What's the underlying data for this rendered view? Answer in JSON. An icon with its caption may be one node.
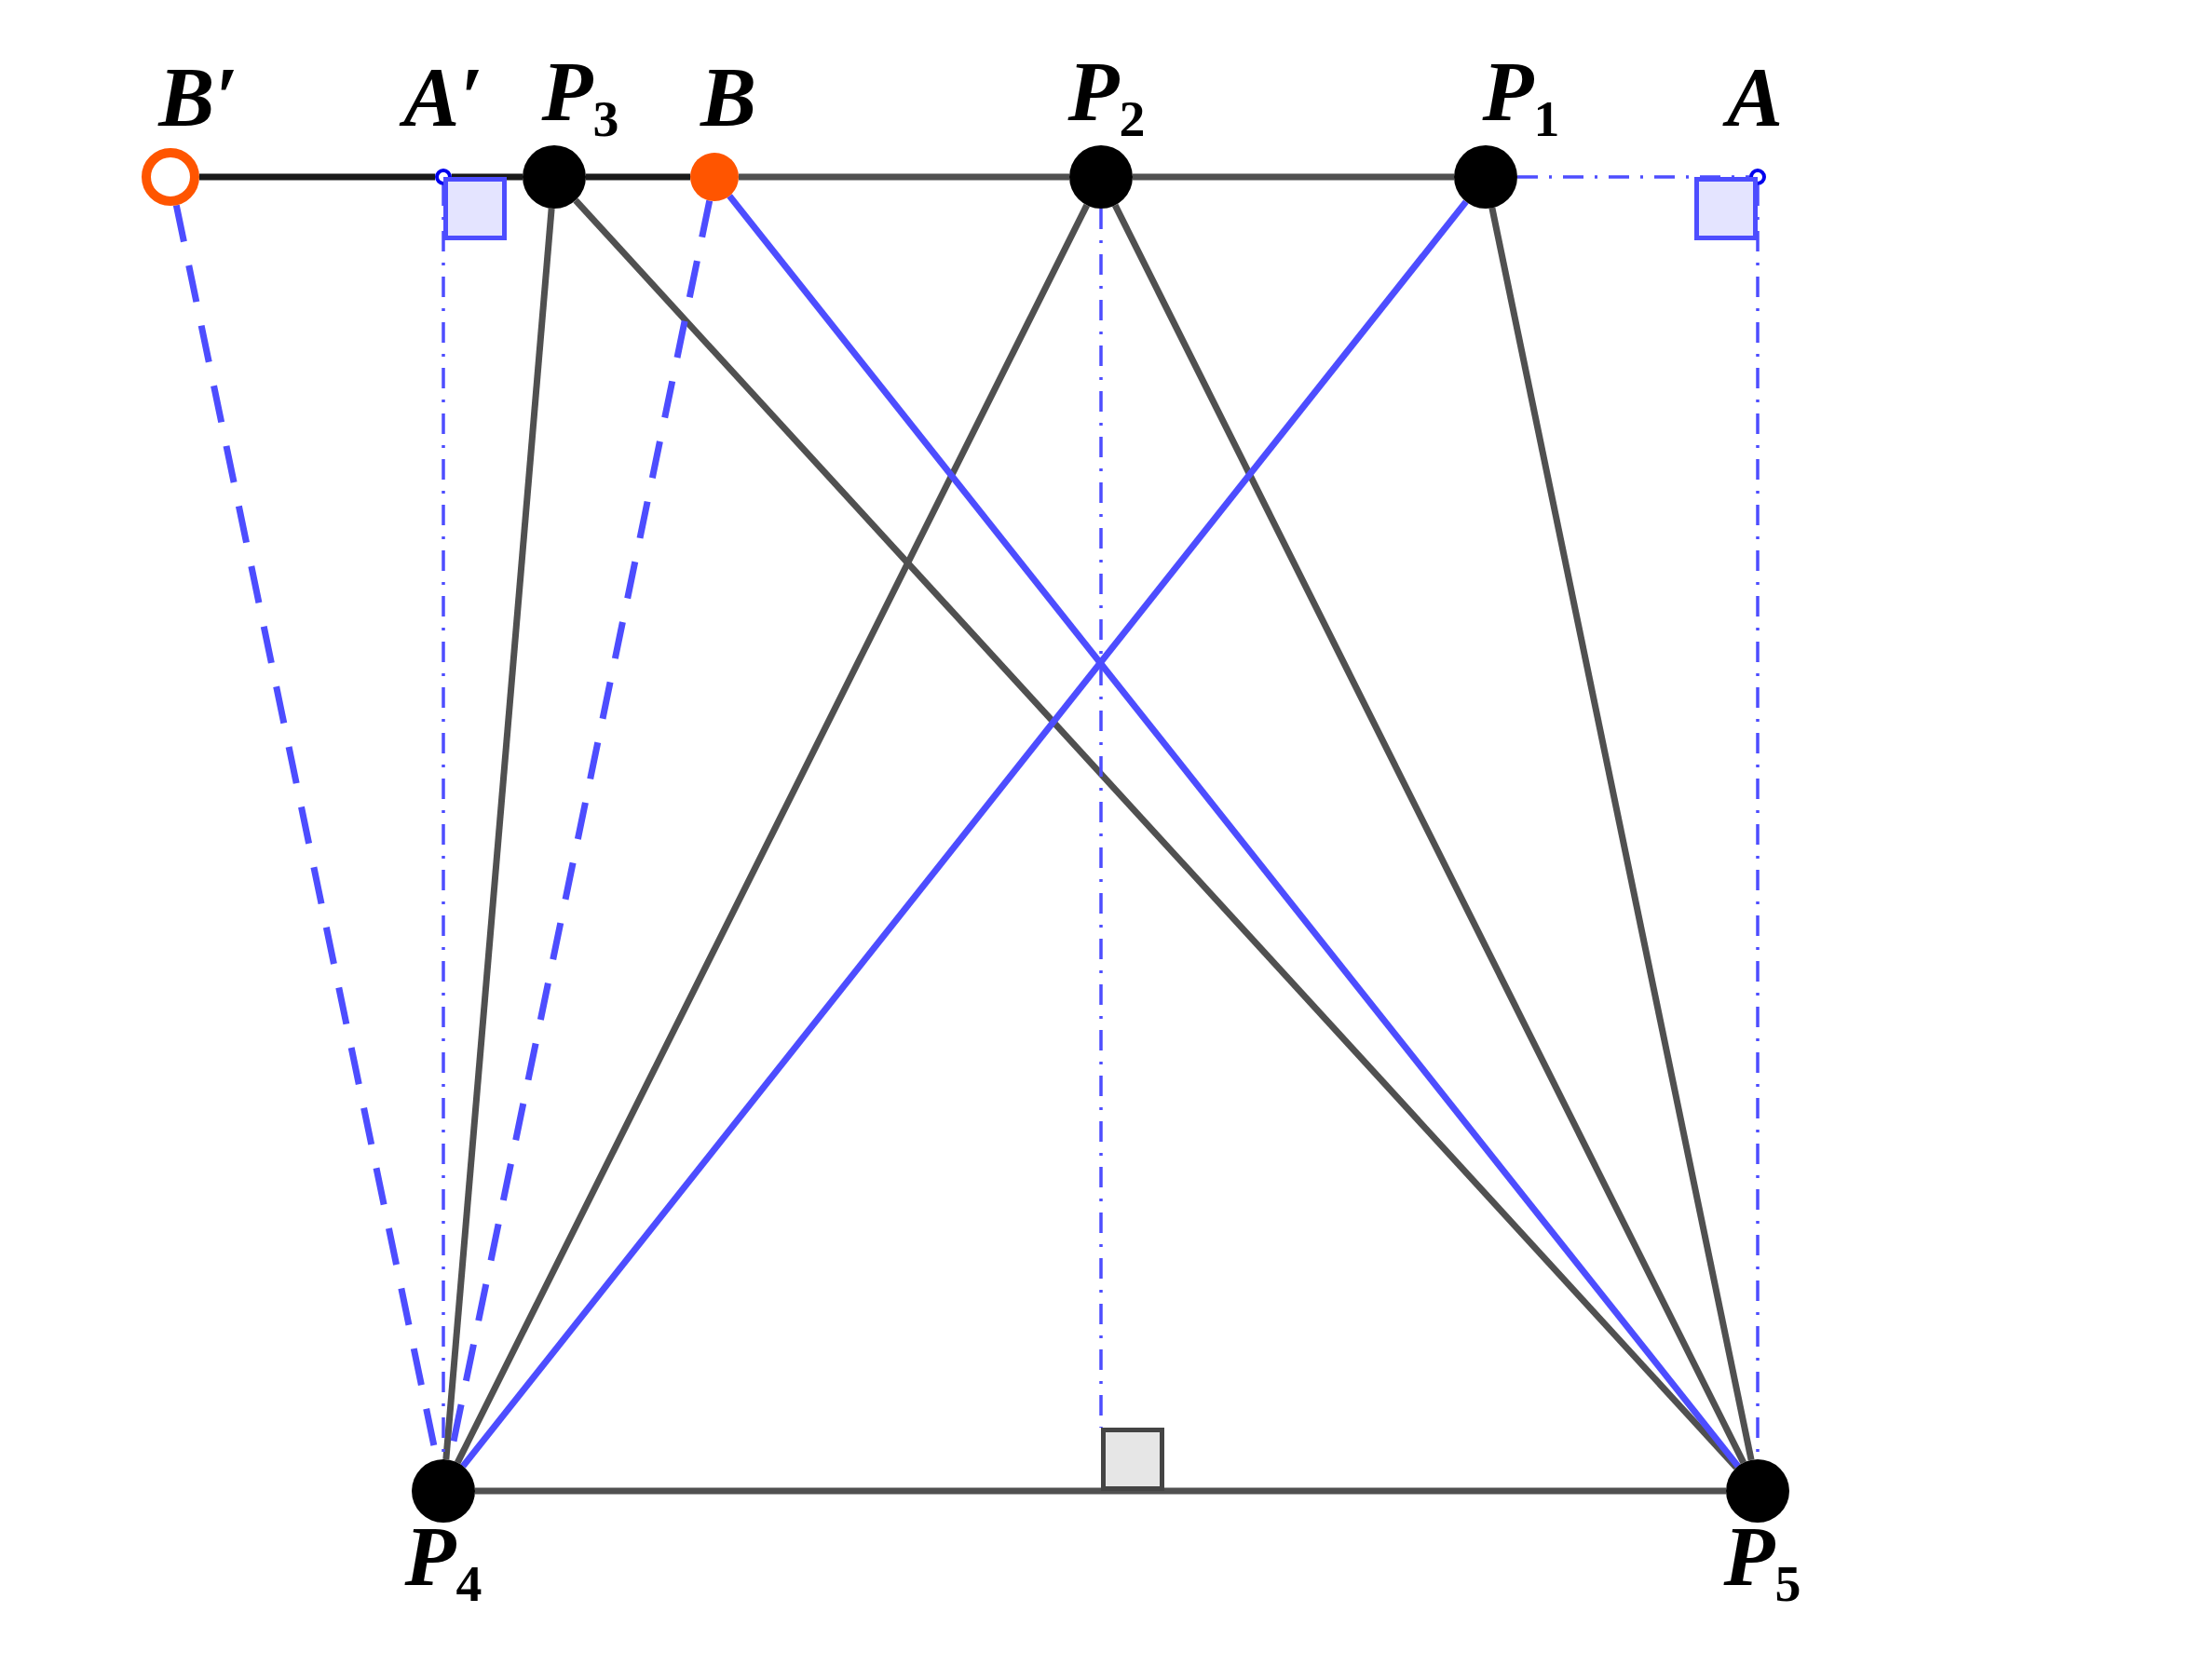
{
  "diagram": {
    "nodes": [
      {
        "text": [
          "B′"
        ]
      },
      {
        "text": [
          "A′"
        ]
      },
      {
        "text": [
          "P$_{3}$"
        ]
      },
      {
        "text": [
          "B"
        ]
      },
      {
        "text": [
          "P$_{2}$"
        ]
      },
      {
        "text": [
          "P$_{1}$"
        ]
      },
      {
        "text": [
          "A"
        ]
      },
      {
        "text": [
          "P$_{4}$"
        ]
      },
      {
        "text": [
          "P$_{5}$"
        ]
      },
      {
        "text": [],
        "shape": "box"
      },
      {
        "text": [],
        "shape": "box"
      },
      {
        "text": [],
        "shape": "box"
      }
    ],
    "edges": [
      {
        "from": 0,
        "to": 1,
        "arrow": "none",
        "color": "#1a1a1a"
      },
      {
        "from": 1,
        "to": 2,
        "arrow": "none",
        "color": "#1a1a1a"
      },
      {
        "from": 2,
        "to": 3,
        "arrow": "none",
        "color": "#1a1a1a"
      },
      {
        "from": 3,
        "to": 4,
        "arrow": "none"
      },
      {
        "from": 4,
        "to": 5,
        "arrow": "none"
      },
      {
        "from": 5,
        "to": 6,
        "arrow": "none",
        "style": "dashed",
        "color": "#4d4dff"
      },
      {
        "from": 2,
        "to": 7,
        "arrow": "none"
      },
      {
        "from": 2,
        "to": 8,
        "arrow": "none"
      },
      {
        "from": 4,
        "to": 7,
        "arrow": "none"
      },
      {
        "from": 4,
        "to": 8,
        "arrow": "none"
      },
      {
        "from": 5,
        "to": 8,
        "arrow": "none"
      },
      {
        "from": 7,
        "to": 8,
        "arrow": "none"
      },
      {
        "from": 3,
        "to": 8,
        "arrow": "none",
        "color": "#4d4dff"
      },
      {
        "from": 5,
        "to": 7,
        "arrow": "none",
        "color": "#4d4dff"
      },
      {
        "from": 0,
        "to": 7,
        "arrow": "none",
        "style": "dashed",
        "color": "#4d4dff"
      },
      {
        "from": 3,
        "to": 7,
        "arrow": "none",
        "style": "dashed",
        "color": "#4d4dff"
      },
      {
        "from": 1,
        "to": 7,
        "arrow": "none",
        "style": "dashed",
        "color": "#4d4dff"
      },
      {
        "from": 6,
        "to": 8,
        "arrow": "none",
        "style": "dashed",
        "color": "#4d4dff"
      },
      {
        "from": 4,
        "to": 11,
        "arrow": "none",
        "style": "dashed",
        "color": "#4d4dff"
      }
    ]
  }
}
